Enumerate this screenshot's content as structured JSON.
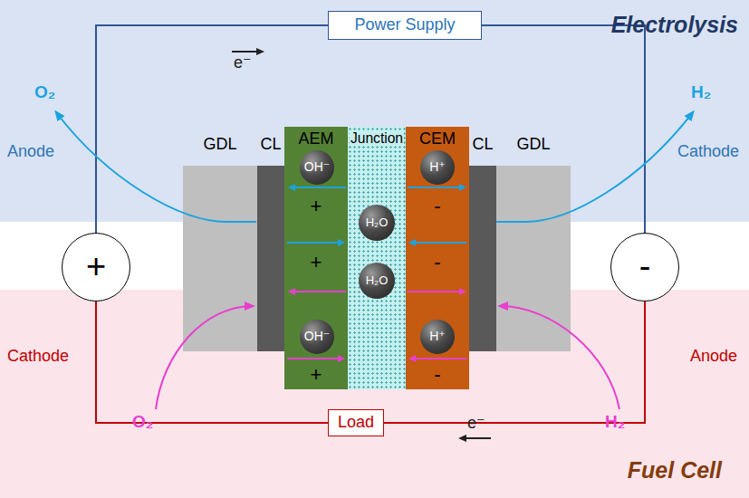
{
  "diagram": {
    "nodes": [
      {
        "text": [
          "Power Supply"
        ]
      },
      {
        "text": [
          "+"
        ]
      },
      {
        "text": [
          "GDL"
        ]
      },
      {
        "text": [
          "CL"
        ]
      },
      {
        "text": [
          "AEM",
          "+",
          "+",
          "+"
        ]
      },
      {
        "text": [
          "OH⁻"
        ],
        "in": 4
      },
      {
        "text": [
          "OH⁻"
        ],
        "in": 4
      },
      {
        "text": [
          "Junction"
        ]
      },
      {
        "text": [
          "H₂O"
        ],
        "in": 7
      },
      {
        "text": [
          "H₂O"
        ],
        "in": 7
      },
      {
        "text": [
          "CEM",
          "-",
          "-",
          "-"
        ]
      },
      {
        "text": [
          "H⁺"
        ],
        "in": 10
      },
      {
        "text": [
          "H⁺"
        ],
        "in": 10
      },
      {
        "text": [
          "CL"
        ]
      },
      {
        "text": [
          "GDL"
        ]
      },
      {
        "text": [
          "-"
        ]
      },
      {
        "text": [
          "Load"
        ]
      }
    ],
    "edges": [
      {
        "from": 0,
        "to": 1,
        "arrow": "none"
      },
      {
        "from": 0,
        "to": 15,
        "arrow": "none"
      },
      {
        "from": 16,
        "to": 1,
        "arrow": "none"
      },
      {
        "from": 16,
        "to": 15,
        "arrow": "none"
      }
    ],
    "labels": [
      "Electrolysis",
      "Fuel Cell",
      "Anode",
      "Cathode",
      "Cathode",
      "Anode",
      "e⁻",
      "e⁻",
      "O₂",
      "H₂",
      "O₂",
      "H₂"
    ]
  }
}
